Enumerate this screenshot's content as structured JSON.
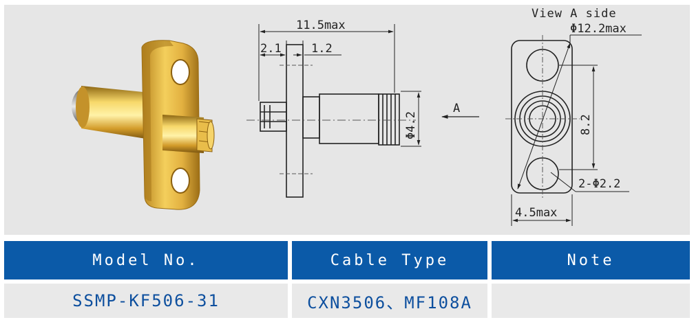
{
  "drawing": {
    "view_label": "View A side",
    "dim_overall_length": "11.5max",
    "dim_flange_left": "2.1",
    "dim_flange_thickness": "1.2",
    "dim_body_diameter": "Φ4.2",
    "view_arrow_label": "A",
    "dim_flange_diameter": "Φ12.2max",
    "dim_hole_spacing": "8.2",
    "dim_hole_diameter": "2-Φ2.2",
    "dim_flange_width": "4.5max"
  },
  "table": {
    "headers": [
      "Model No.",
      "Cable Type",
      "Note"
    ],
    "rows": [
      [
        "SSMP-KF506-31",
        "CXN3506、MF108A",
        ""
      ]
    ]
  },
  "colors": {
    "header_bg": "#0b5aa8",
    "header_text": "#ffffff",
    "row_bg": "#e9e9e9",
    "row_text": "#0d4f9e",
    "gold": "#d9a93a"
  }
}
